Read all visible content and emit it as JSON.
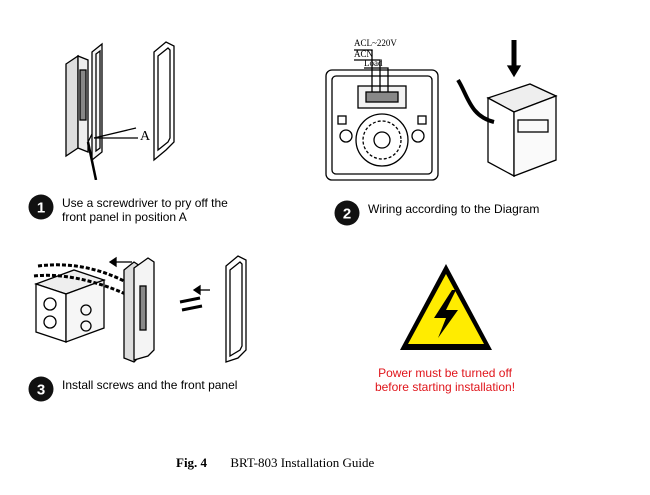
{
  "steps": [
    {
      "number": "1",
      "text": "Use a screwdriver to pry off the\n front panel in position A"
    },
    {
      "number": "2",
      "text": "Wiring according to the Diagram"
    },
    {
      "number": "3",
      "text": "Install screws and the front panel"
    }
  ],
  "diagram1": {
    "callout_label": "A"
  },
  "diagram2": {
    "label_acl": "ACL~220V",
    "label_acn": "ACN",
    "label_load": "Load"
  },
  "warning": {
    "text": "Power must be turned off\nbefore starting installation!"
  },
  "caption": {
    "figure": "Fig. 4",
    "title": "BRT-803 Installation Guide"
  },
  "colors": {
    "warning_yellow": "#ffec00",
    "warning_red": "#e0151b",
    "badge": "#111111"
  }
}
